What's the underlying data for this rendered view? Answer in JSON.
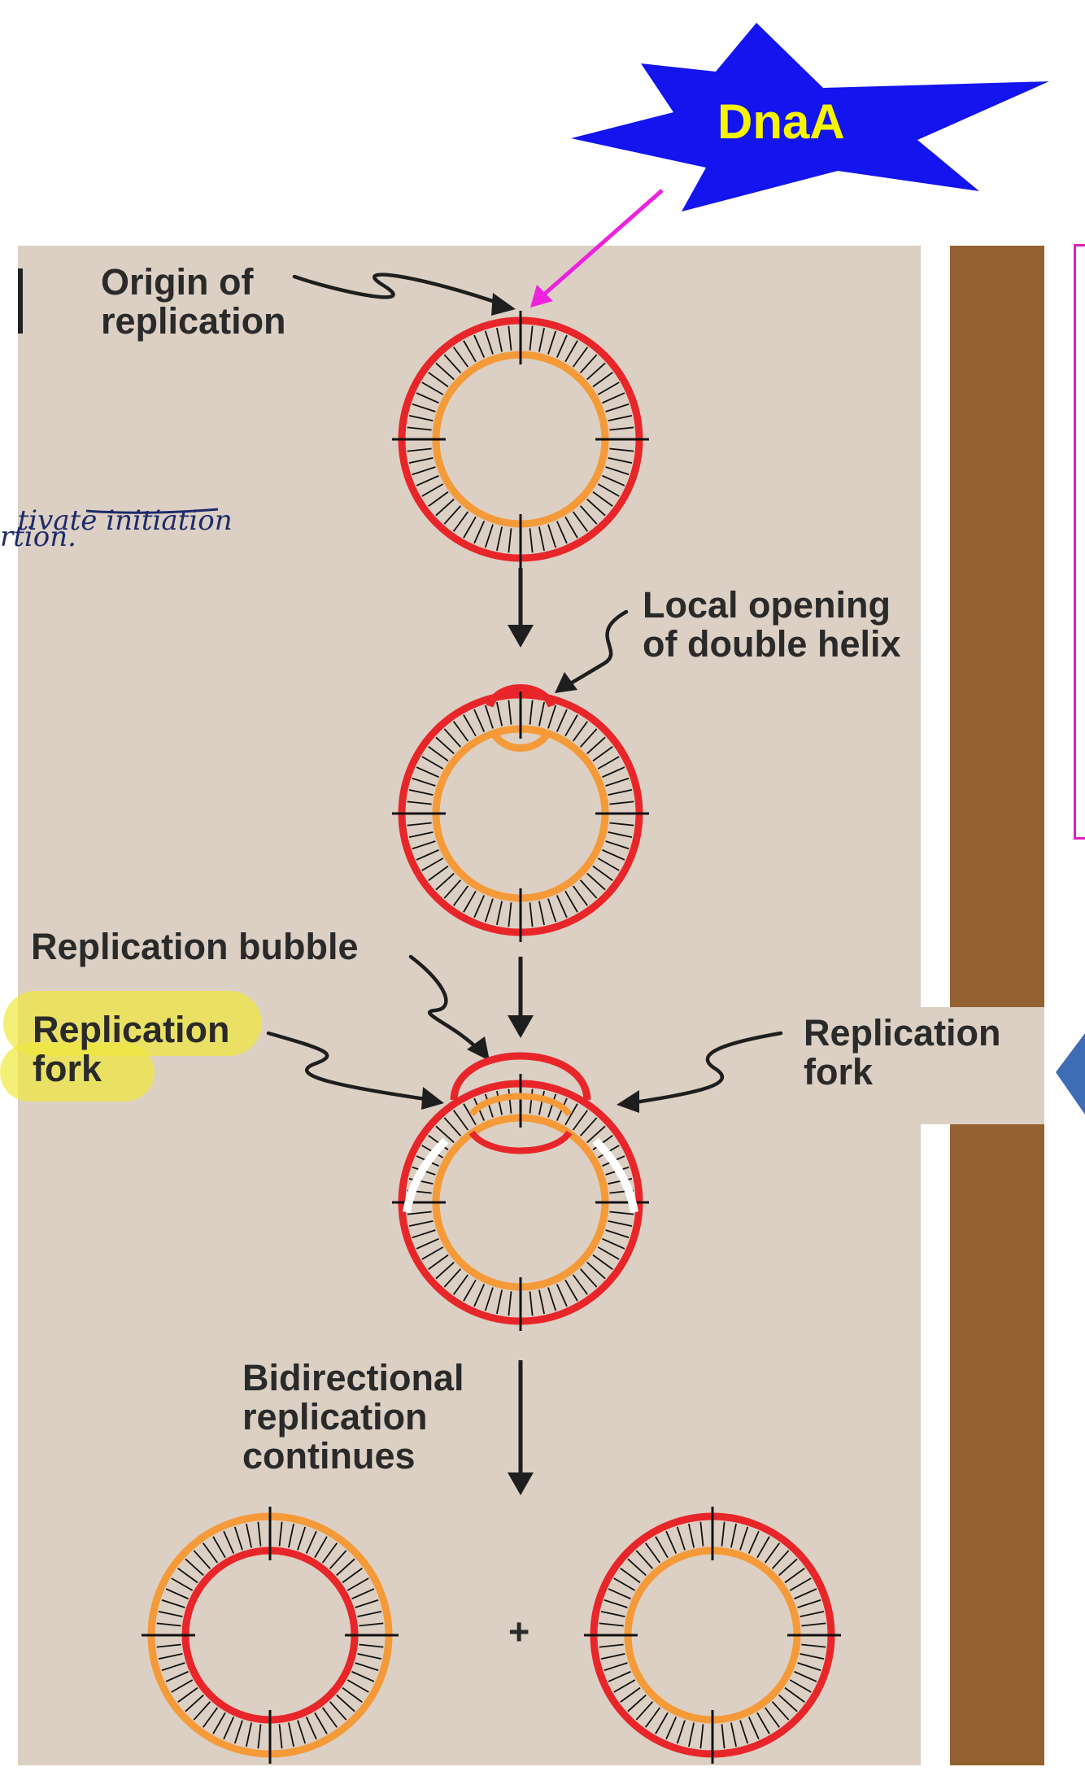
{
  "labels": {
    "dnaa": "DnaA",
    "origin": "Origin of\nreplication",
    "local_opening": "Local opening\nof double helix",
    "bubble": "Replication bubble",
    "fork_left": "Replication\nfork",
    "fork_right": "Replication\nfork",
    "bidirectional": "Bidirectional\nreplication\ncontinues",
    "plus": "+"
  },
  "handwriting": {
    "line1_prefix": "tivate ",
    "line1_underlined": "initiation",
    "line2": "rtion."
  },
  "colors": {
    "panel": "#dcd0c4",
    "brown": "#946230",
    "parent_strand": "#e8262a",
    "new_strand": "#f59a38",
    "burst": "#1414ee",
    "burst_text": "#f5f500",
    "pointer": "#ee22dd",
    "highlight": "#f0e83c"
  }
}
